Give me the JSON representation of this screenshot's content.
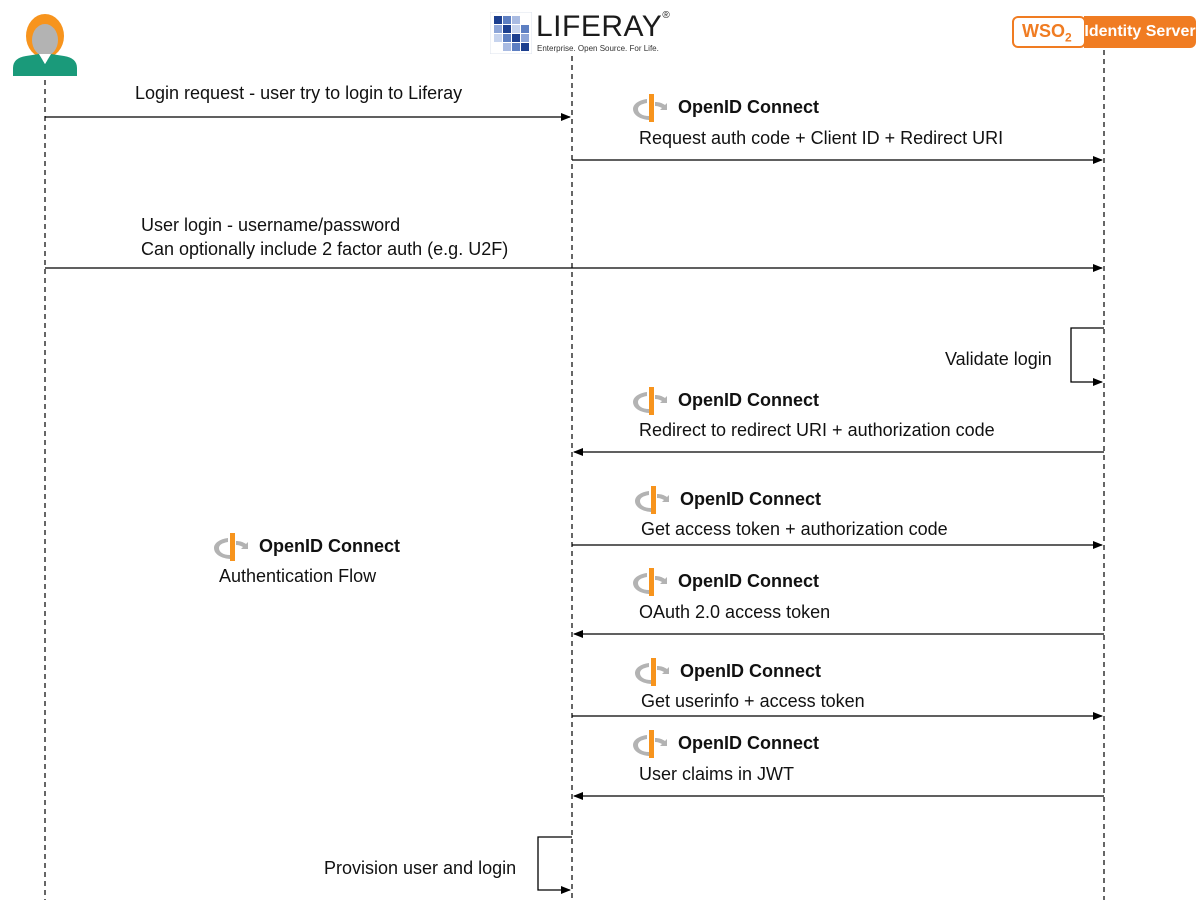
{
  "participants": {
    "user": {
      "icon": "user-avatar-icon"
    },
    "liferay": {
      "name": "LIFERAY",
      "tagline": "Enterprise. Open Source. For Life.",
      "registered": "®"
    },
    "wso2": {
      "brand": "WSO",
      "brand_sub": "2",
      "product": "Identity Server"
    }
  },
  "oidc_label": "OpenID Connect",
  "messages": {
    "m1": "Login request - user try to login to Liferay",
    "m2": "Request auth code + Client ID + Redirect URI",
    "m3_line1": "User login - username/password",
    "m3_line2": "Can optionally include 2 factor auth (e.g. U2F)",
    "m4": "Validate login",
    "m5": "Redirect to redirect URI + authorization code",
    "m6": "Get access token + authorization code",
    "m7": "OAuth 2.0 access token",
    "m8": "Get userinfo + access token",
    "m9": "User claims in JWT",
    "m10": "Provision user and login"
  },
  "side_note": {
    "subtitle": "Authentication Flow"
  },
  "colors": {
    "openid_orange": "#f7941d",
    "openid_gray": "#b3b3b3",
    "wso2_orange": "#f07c22",
    "avatar_hair": "#f7941d",
    "avatar_shirt": "#1a9a7a"
  }
}
